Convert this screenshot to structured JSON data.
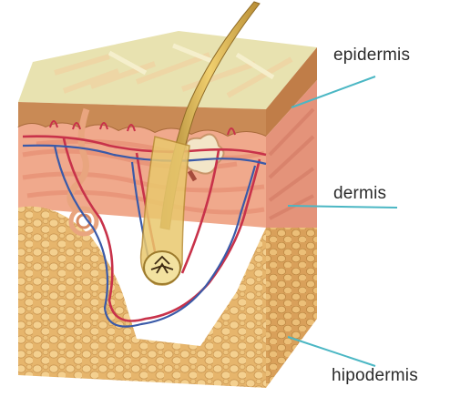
{
  "labels": {
    "epidermis": "epidermis",
    "dermis": "dermis",
    "hipodermis": "hipodermis"
  },
  "colors": {
    "surface_top": "#e9e4b3",
    "epidermis_band": "#c98a55",
    "dermis": "#f0a98c",
    "dermis_dark": "#e58f72",
    "hypodermis_fat": "#f1c77f",
    "hypodermis_shadow": "#d9a35a",
    "hair": "#d9b04c",
    "artery": "#c8324a",
    "vein": "#3a5aa8",
    "leader_line": "#4bb7c4"
  }
}
